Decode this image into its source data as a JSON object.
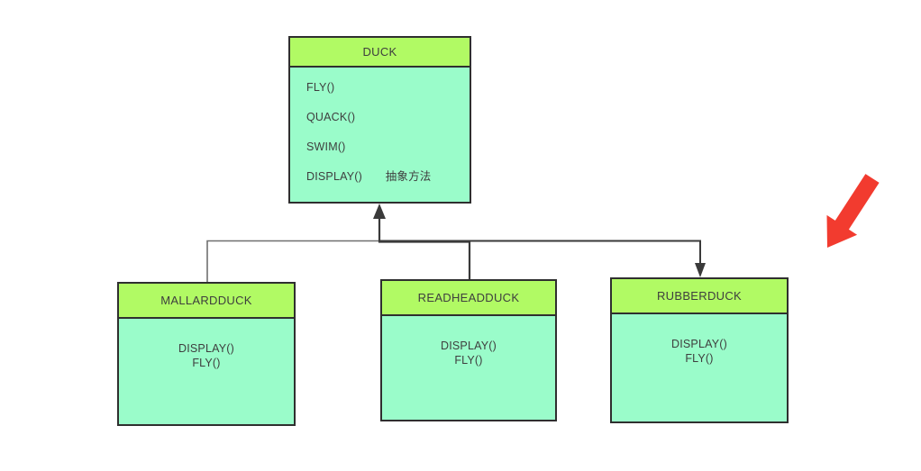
{
  "colors": {
    "background": "#ffffff",
    "class_header": "#b1fa64",
    "class_body": "#9afcca",
    "box_border": "#2f2f2f",
    "text": "#3e3e3e",
    "connector": "#3a3a3a",
    "connector_light": "#6f6f6f",
    "annotation_arrow": "#f23b2f"
  },
  "icons": {
    "inheritance_arrowhead": "filled-triangle-arrowhead-pointing-up-into-duck",
    "rubberduck_arrowhead": "filled-triangle-arrowhead-pointing-down-into-rubberduck",
    "annotation_arrow": "thick-red-arrow-pointing-down-left"
  },
  "classes": {
    "duck": {
      "title": "DUCK",
      "methods": [
        "FLY()",
        "QUACK()",
        "SWIM()",
        "DISPLAY()"
      ],
      "abstract_note": "抽象方法"
    },
    "mallard": {
      "title": "MALLARDDUCK",
      "methods": [
        "DISPLAY()",
        "FLY()"
      ]
    },
    "readhead": {
      "title": "READHEADDUCK",
      "methods": [
        "DISPLAY()",
        "FLY()"
      ]
    },
    "rubber": {
      "title": "RUBBERDUCK",
      "methods": [
        "DISPLAY()",
        "FLY()"
      ]
    }
  }
}
